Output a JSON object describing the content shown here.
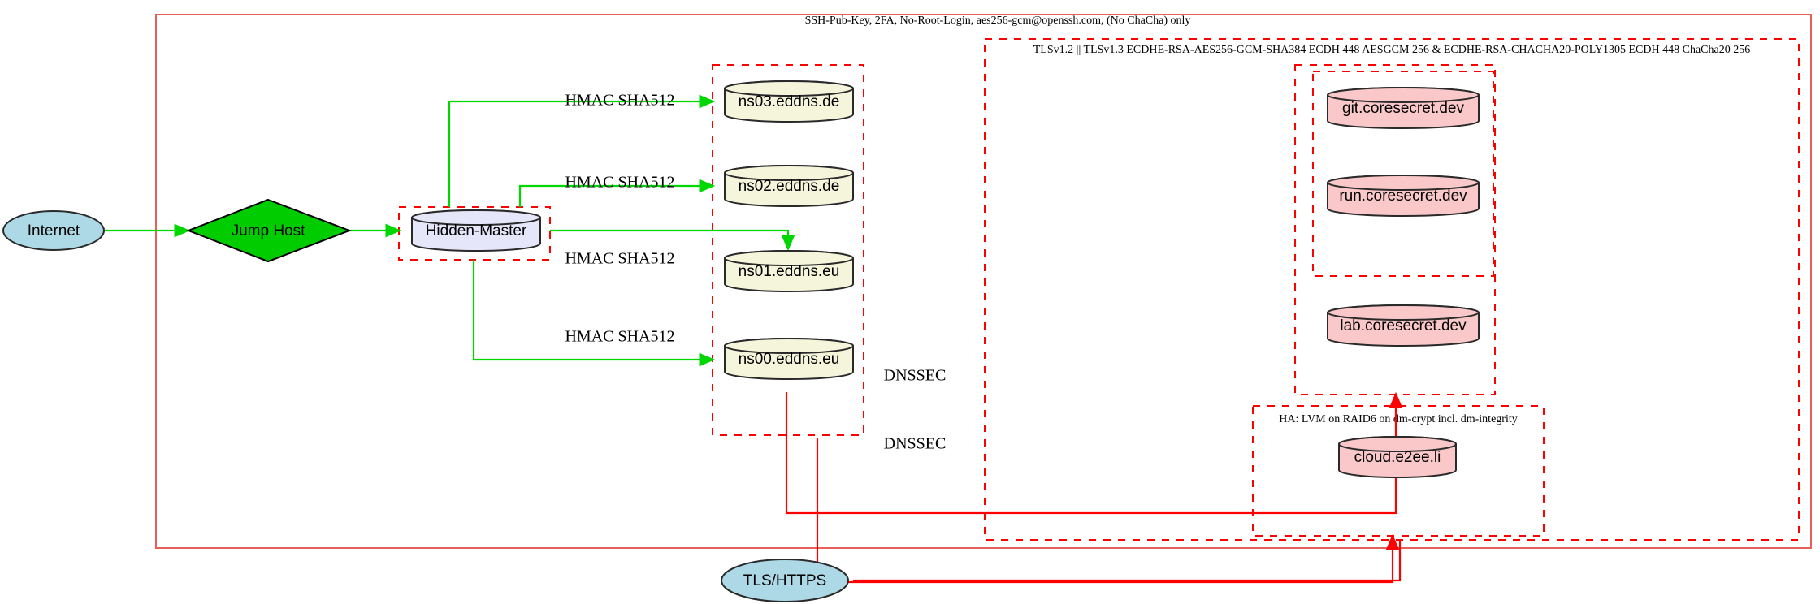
{
  "diagram": {
    "title": "SSH-Pub-Key, 2FA, No-Root-Login, aes256-gcm@openssh.com, (No ChaCha) only",
    "clusters": [
      {
        "id": "tls",
        "label": "TLSv1.2 || TLSv1.3 ECDHE-RSA-AES256-GCM-SHA384 ECDH 448 AESGCM 256 & ECDHE-RSA-CHACHA20-POLY1305 ECDH 448 ChaCha20 256"
      },
      {
        "id": "ha",
        "label": "HA: LVM on RAID6 on dm-crypt incl. dm-integrity"
      },
      {
        "id": "dns",
        "label": ""
      },
      {
        "id": "master",
        "label": ""
      },
      {
        "id": "coresecret",
        "label": ""
      }
    ],
    "nodes": [
      {
        "id": "internet",
        "label": "Internet",
        "shape": "ellipse",
        "color": "#add8e6"
      },
      {
        "id": "jumphost",
        "label": "Jump Host",
        "shape": "diamond",
        "color": "#00cc00"
      },
      {
        "id": "master",
        "label": "Hidden-Master",
        "shape": "cylinder",
        "color": "#e6e6fa"
      },
      {
        "id": "ns03",
        "label": "ns03.eddns.de",
        "shape": "cylinder",
        "color": "#f5f5dc"
      },
      {
        "id": "ns02",
        "label": "ns02.eddns.de",
        "shape": "cylinder",
        "color": "#f5f5dc"
      },
      {
        "id": "ns01",
        "label": "ns01.eddns.eu",
        "shape": "cylinder",
        "color": "#f5f5dc"
      },
      {
        "id": "ns00",
        "label": "ns00.eddns.eu",
        "shape": "cylinder",
        "color": "#f5f5dc"
      },
      {
        "id": "git",
        "label": "git.coresecret.dev",
        "shape": "cylinder",
        "color": "#fac8c8"
      },
      {
        "id": "run",
        "label": "run.coresecret.dev",
        "shape": "cylinder",
        "color": "#fac8c8"
      },
      {
        "id": "lab",
        "label": "lab.coresecret.dev",
        "shape": "cylinder",
        "color": "#fac8c8"
      },
      {
        "id": "cloud",
        "label": "cloud.e2ee.li",
        "shape": "cylinder",
        "color": "#fac8c8"
      },
      {
        "id": "tlshttps",
        "label": "TLS/HTTPS",
        "shape": "ellipse",
        "color": "#add8e6"
      }
    ],
    "edges": [
      {
        "from": "internet",
        "to": "jumphost",
        "label": "",
        "color": "#00d700"
      },
      {
        "from": "jumphost",
        "to": "master",
        "label": "",
        "color": "#00d700"
      },
      {
        "from": "master",
        "to": "ns03",
        "label": "HMAC SHA512",
        "color": "#00d700"
      },
      {
        "from": "master",
        "to": "ns02",
        "label": "HMAC SHA512",
        "color": "#00d700"
      },
      {
        "from": "master",
        "to": "ns01",
        "label": "HMAC SHA512",
        "color": "#00d700"
      },
      {
        "from": "master",
        "to": "ns00",
        "label": "HMAC SHA512",
        "color": "#00d700"
      },
      {
        "from": "dns",
        "to": "coresecret",
        "label": "DNSSEC",
        "color": "#ff0000"
      },
      {
        "from": "dns",
        "to": "ha",
        "label": "DNSSEC",
        "color": "#ff0000"
      },
      {
        "from": "tlshttps",
        "to": "tls",
        "label": "",
        "color": "#ff0000"
      }
    ],
    "colors": {
      "cluster_border": "#ff0000",
      "frame_border": "#e8605a",
      "edge_green": "#00d700",
      "edge_red": "#ff0000",
      "node_blue": "#add8e6",
      "node_green": "#00cc00",
      "node_lavender": "#e6e6fa",
      "node_beige": "#f5f5dc",
      "node_pink": "#fac8c8"
    }
  }
}
